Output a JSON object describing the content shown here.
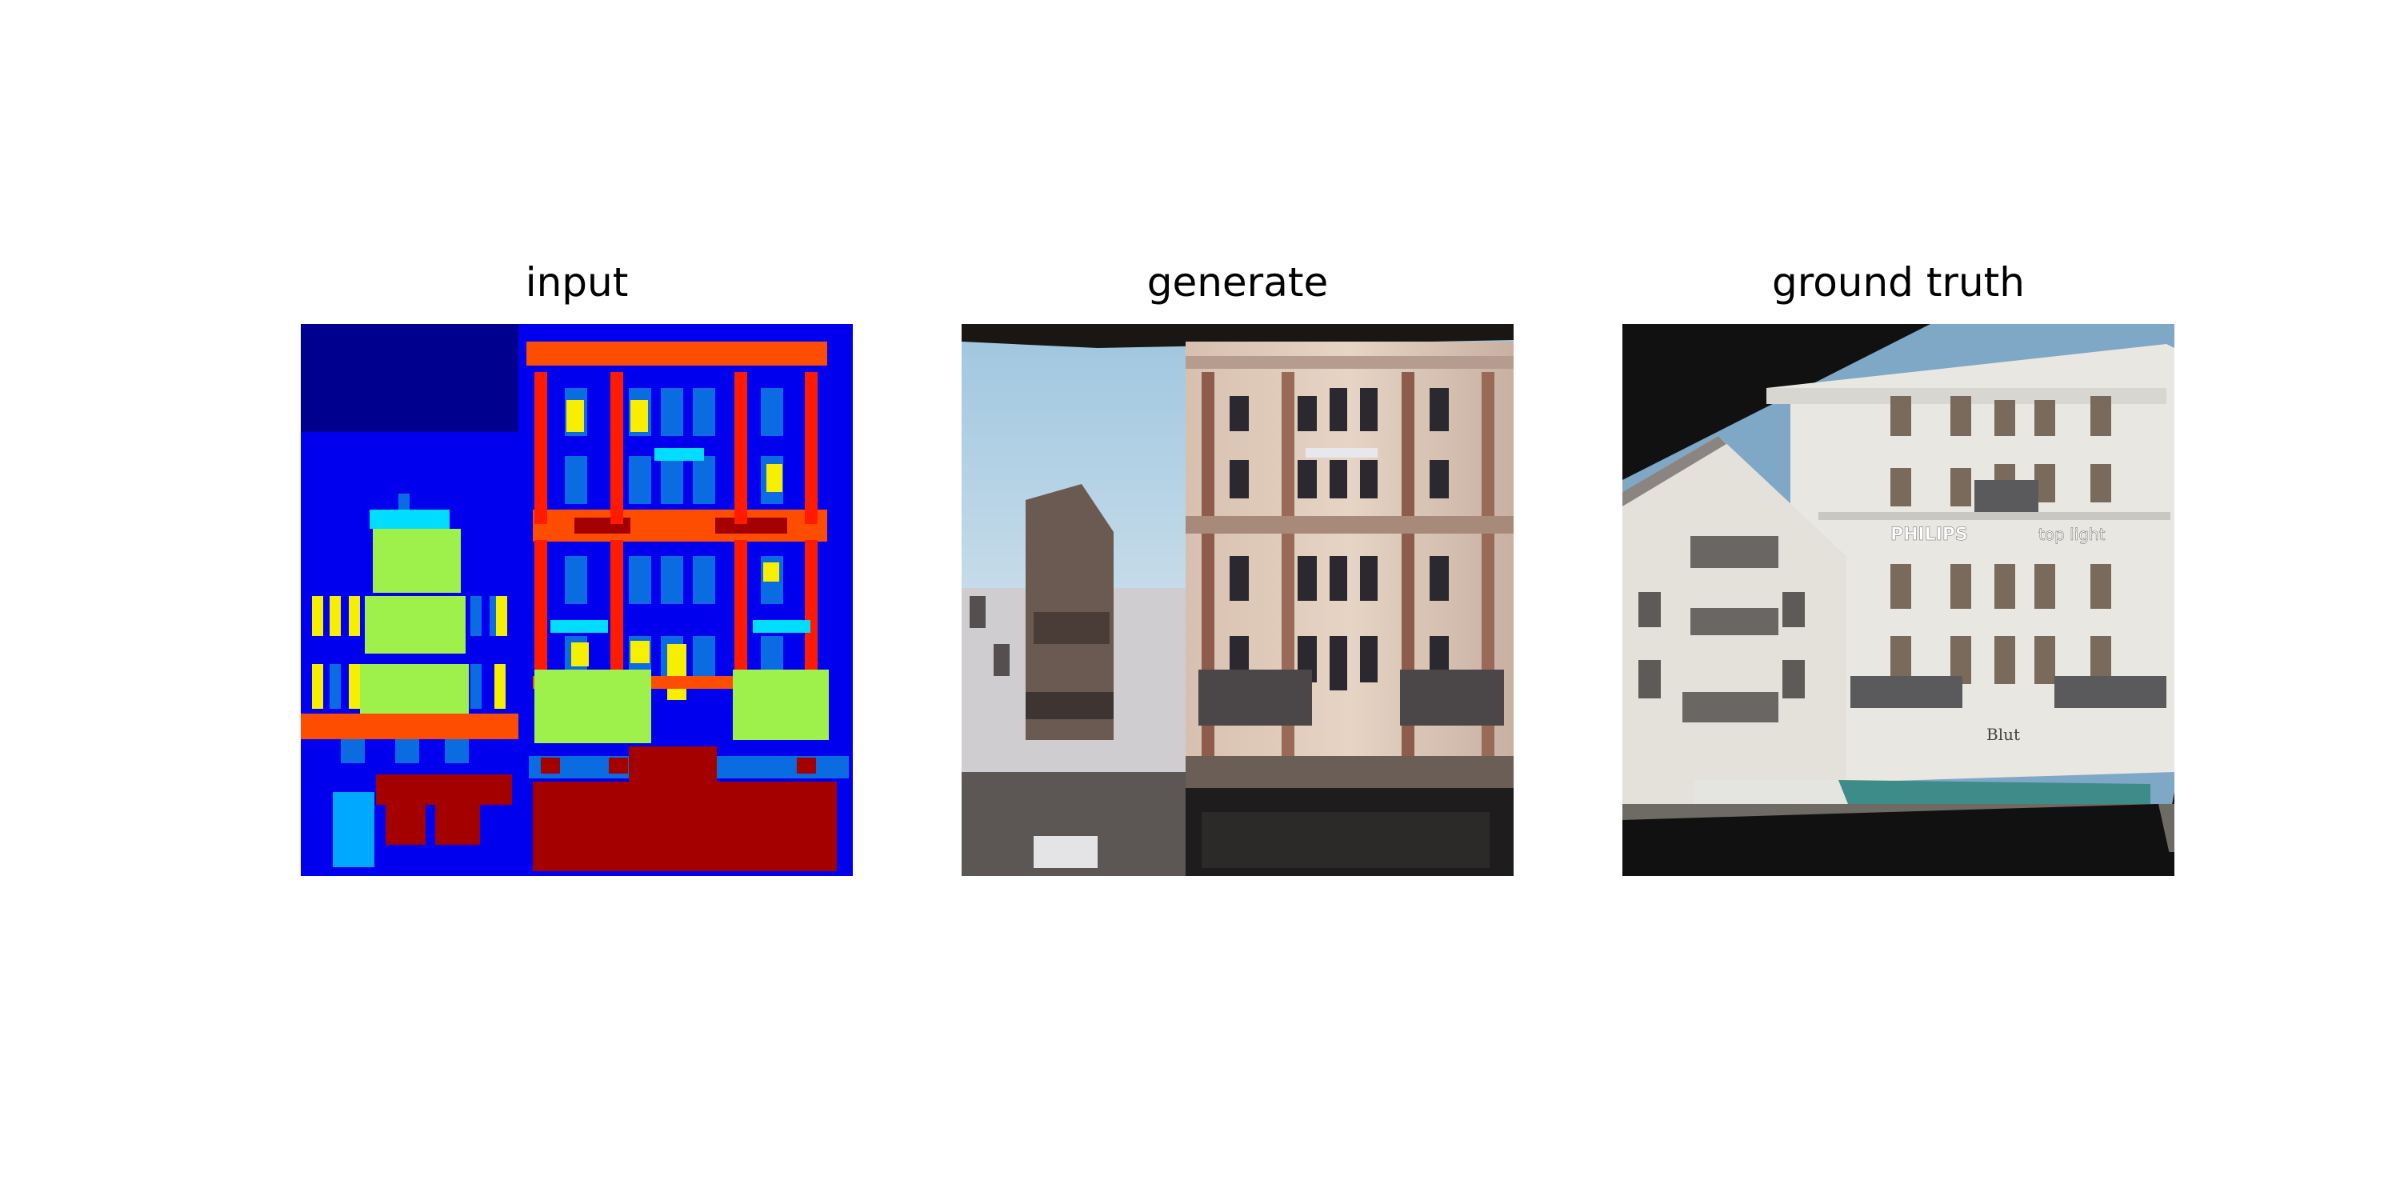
{
  "figure": {
    "panels": [
      {
        "title": "input"
      },
      {
        "title": "generate"
      },
      {
        "title": "ground truth"
      }
    ]
  },
  "ground_truth_signs": [
    "PHILIPS",
    "top light",
    "Blut"
  ],
  "colors": {
    "label_background": "#0000ee",
    "label_sky": "#00008f",
    "label_facade_alt": "#0050ff",
    "label_window": "#0a6ce0",
    "label_pillar": "#ff1a00",
    "label_cornice": "#ff4d00",
    "label_shop": "#a50000",
    "label_balcony": "#9ef04a",
    "label_sill": "#00ddff",
    "label_deco": "#f7ef00",
    "label_door": "#00a8ff"
  }
}
